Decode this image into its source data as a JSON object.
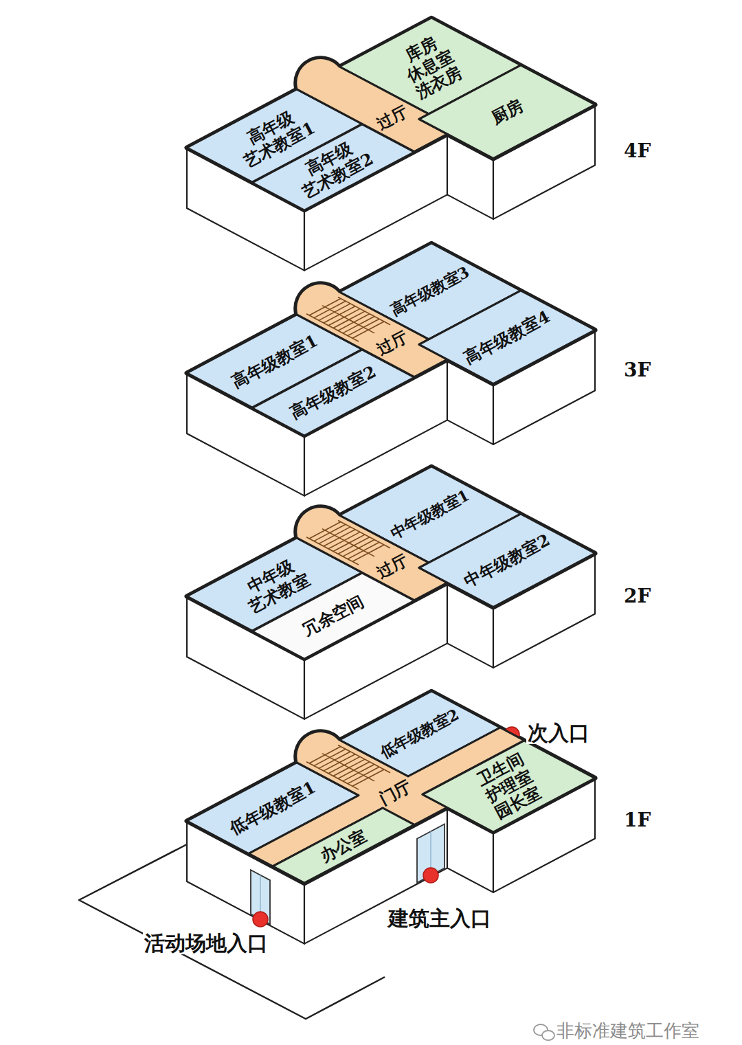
{
  "diagram": {
    "nodes": [
      {
        "text": [
          "库房 休息室 洗衣房"
        ]
      },
      {
        "text": [
          "高年级 艺术教室1"
        ]
      },
      {
        "text": [
          "高年级 艺术教室2"
        ]
      },
      {
        "text": [
          "过厅"
        ]
      },
      {
        "text": [
          "厨房"
        ]
      },
      {
        "text": [
          "高年级教室3"
        ]
      },
      {
        "text": [
          "高年级教室1"
        ]
      },
      {
        "text": [
          "高年级教室2"
        ]
      },
      {
        "text": [
          "过厅"
        ]
      },
      {
        "text": [
          "高年级教室4"
        ]
      },
      {
        "text": [
          "中年级教室1"
        ]
      },
      {
        "text": [
          "中年级 艺术教室"
        ]
      },
      {
        "text": [
          "冗余空间"
        ]
      },
      {
        "text": [
          "过厅"
        ]
      },
      {
        "text": [
          "中年级教室2"
        ]
      },
      {
        "text": [
          "低年级教室2"
        ]
      },
      {
        "text": [
          "低年级教室1"
        ]
      },
      {
        "text": [
          "门厅"
        ]
      },
      {
        "text": [
          "卫生间 护理室 园长室"
        ]
      },
      {
        "text": [
          "办公室"
        ]
      }
    ],
    "labels": [
      "4F",
      "3F",
      "2F",
      "1F",
      "次入口",
      "建筑主入口",
      "活动场地入口",
      "非标准建筑工作室"
    ]
  }
}
